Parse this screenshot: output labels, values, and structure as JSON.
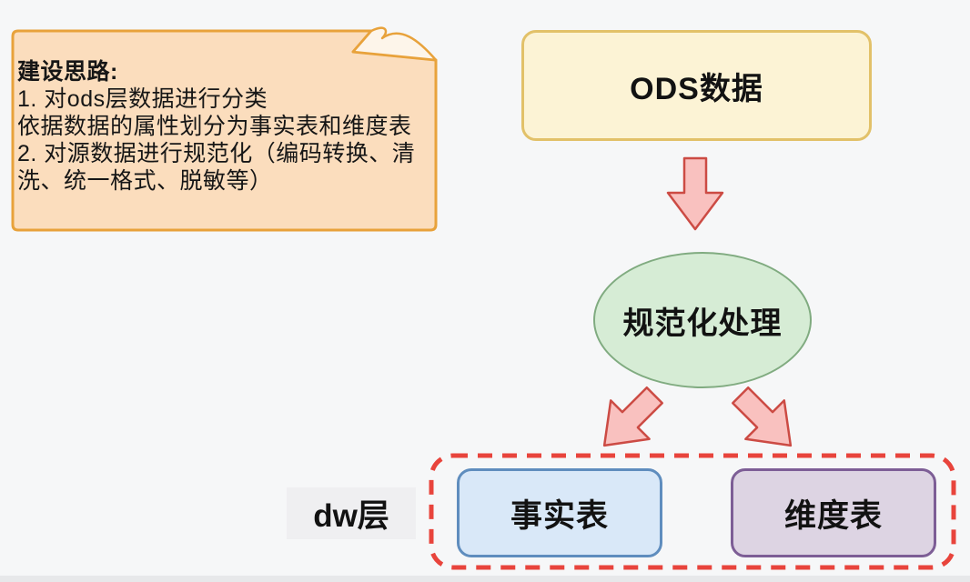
{
  "note": {
    "title": "建设思路:",
    "lines": [
      "1. 对ods层数据进行分类",
      "依据数据的属性划分为事实表和维度表",
      "2. 对源数据进行规范化（编码转换、清",
      "洗、统一格式、脱敏等）"
    ]
  },
  "nodes": {
    "ods": {
      "label": "ODS数据"
    },
    "process": {
      "label": "规范化处理"
    },
    "fact": {
      "label": "事实表"
    },
    "dim": {
      "label": "维度表"
    },
    "dw_layer": {
      "label": "dw层"
    }
  },
  "colors": {
    "page_bg": "#f6f7f8",
    "note_fill": "#fbddbd",
    "note_border": "#e8a23b",
    "note_fold_fill": "#fdf5ea",
    "ods_fill": "#fcf3d5",
    "ods_border": "#e2c169",
    "process_fill": "#d6ecd5",
    "process_border": "#80ab80",
    "arrow_fill": "#f9c1bf",
    "arrow_border": "#cc4b44",
    "dashed_border": "#e8443c",
    "fact_fill": "#d9e8f8",
    "fact_border": "#5f8dbe",
    "dim_fill": "#ddd4e3",
    "dim_border": "#7d5e96",
    "dw_bg": "#efeff1",
    "bottom_strip": "#e7e8ea"
  }
}
